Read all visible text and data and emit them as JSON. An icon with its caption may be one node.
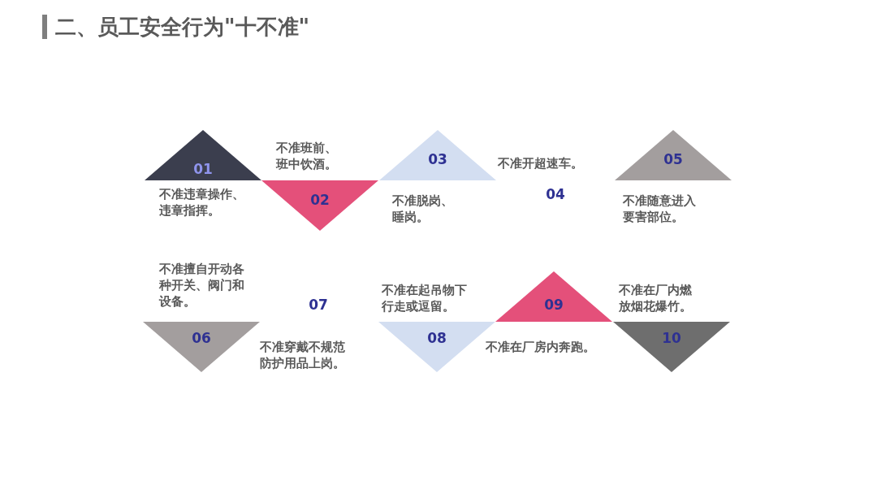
{
  "diagram": {
    "title": "二、员工安全行为\"十不准\"",
    "nodes": [
      {
        "text": [
          "01"
        ],
        "beside": [
          "不准违章操作、违章指挥。"
        ]
      },
      {
        "text": [
          "02"
        ],
        "beside": [
          "不准班前、班中饮酒。"
        ]
      },
      {
        "text": [
          "03"
        ],
        "beside": [
          "不准脱岗、睡岗。"
        ]
      },
      {
        "text": [
          "04"
        ]
      },
      {
        "text": [
          "05"
        ],
        "beside": [
          "不准随意进入要害部位。"
        ]
      },
      {
        "text": [
          "06"
        ],
        "beside": [
          "不准擅自开动各种开关、阀门和设备。"
        ]
      },
      {
        "text": [
          "07"
        ]
      },
      {
        "text": [
          "08"
        ],
        "beside": [
          "不准在起吊物下行走或逗留。"
        ]
      },
      {
        "text": [
          "09"
        ]
      },
      {
        "text": [
          "10"
        ],
        "beside": [
          "不准在厂内燃放烟花爆竹。"
        ]
      }
    ],
    "labels": [
      "不准开超速车。",
      "不准穿戴不规范防护用品上岗。",
      "不准在厂房内奔跑。"
    ]
  }
}
